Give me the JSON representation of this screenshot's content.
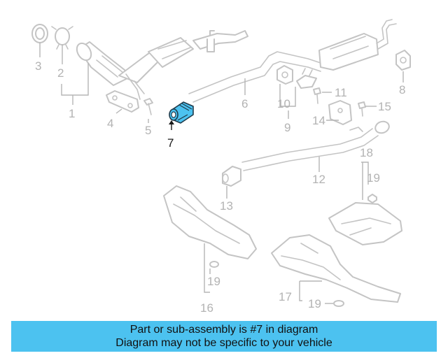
{
  "diagram": {
    "highlighted_part": "7",
    "callouts": {
      "c1": "1",
      "c2": "2",
      "c3": "3",
      "c4": "4",
      "c5": "5",
      "c6": "6",
      "c7": "7",
      "c8": "8",
      "c9": "9",
      "c10": "10",
      "c11": "11",
      "c12": "12",
      "c13": "13",
      "c14": "14",
      "c15": "15",
      "c16": "16",
      "c17": "17",
      "c18": "18",
      "c19a": "19",
      "c19b": "19",
      "c19c": "19"
    },
    "colors": {
      "highlight": "#4cc2f0",
      "part_outline": "#c4c4c4",
      "banner": "#4cc2f0"
    }
  },
  "banner": {
    "line1": "Part or sub-assembly is #7 in diagram",
    "line2": "Diagram may not be specific to your vehicle"
  }
}
